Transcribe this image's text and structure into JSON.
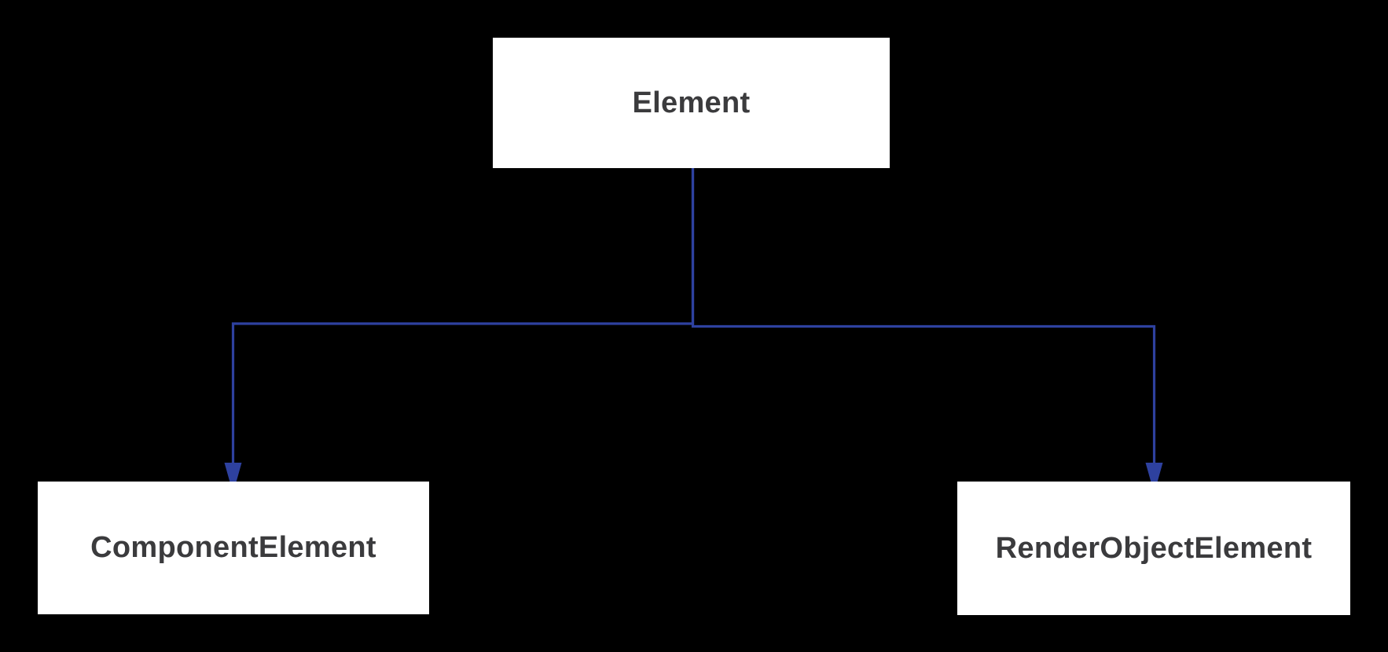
{
  "diagram": {
    "type": "class-hierarchy",
    "colors": {
      "background": "#000000",
      "box_fill": "#ffffff",
      "box_text": "#3b3b3d",
      "connector": "#2e419f"
    },
    "nodes": {
      "root": {
        "label": "Element"
      },
      "left_child": {
        "label": "ComponentElement"
      },
      "right_child": {
        "label": "RenderObjectElement"
      }
    },
    "edges": [
      {
        "from": "Element",
        "to": "ComponentElement"
      },
      {
        "from": "Element",
        "to": "RenderObjectElement"
      }
    ]
  }
}
